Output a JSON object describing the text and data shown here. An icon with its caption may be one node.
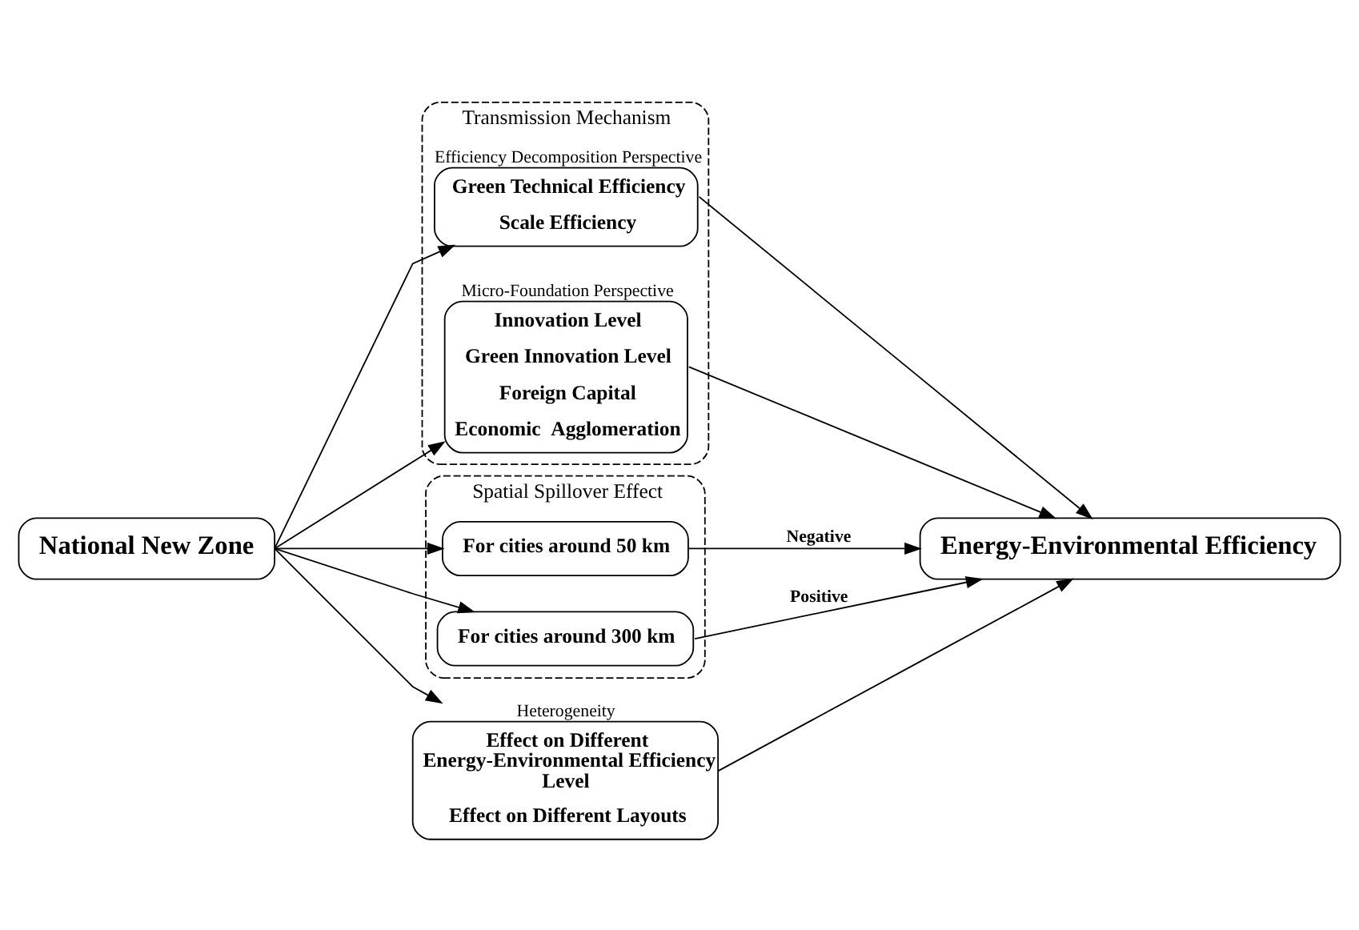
{
  "diagram": {
    "nodes": [
      {
        "text": [
          "National New Zone"
        ]
      },
      {
        "text": [
          "Transmission Mechanism"
        ]
      },
      {
        "text": [
          "Efficiency Decomposition Perspective",
          "Green Technical Efficiency",
          "Scale Efficiency"
        ],
        "in": 1
      },
      {
        "text": [
          "Micro-Foundation Perspective",
          "Innovation Level",
          "Green Innovation Level",
          "Foreign Capital",
          "Economic  Agglomeration"
        ],
        "in": 1
      },
      {
        "text": [
          "Spatial Spillover Effect"
        ]
      },
      {
        "text": [
          "For cities around 50 km"
        ],
        "in": 4
      },
      {
        "text": [
          "For cities around 300 km"
        ],
        "in": 4
      },
      {
        "text": [
          "Heterogeneity",
          "Effect on Different Energy-Environmental Efficiency Level",
          "Effect on Different Layouts"
        ]
      },
      {
        "text": [
          "Energy-Environmental Efficiency"
        ]
      }
    ],
    "edges": [
      {
        "from": 0,
        "to": 2,
        "arrow": "to"
      },
      {
        "from": 0,
        "to": 3,
        "arrow": "to"
      },
      {
        "from": 0,
        "to": 5,
        "arrow": "to"
      },
      {
        "from": 0,
        "to": 6,
        "arrow": "to"
      },
      {
        "from": 0,
        "to": 7,
        "arrow": "to"
      },
      {
        "from": 2,
        "to": 8,
        "arrow": "to"
      },
      {
        "from": 3,
        "to": 8,
        "arrow": "to"
      },
      {
        "from": 5,
        "to": 8,
        "label": "Negative",
        "arrow": "to"
      },
      {
        "from": 6,
        "to": 8,
        "label": "Positive",
        "arrow": "to"
      },
      {
        "from": 7,
        "to": 8,
        "arrow": "to"
      }
    ]
  }
}
